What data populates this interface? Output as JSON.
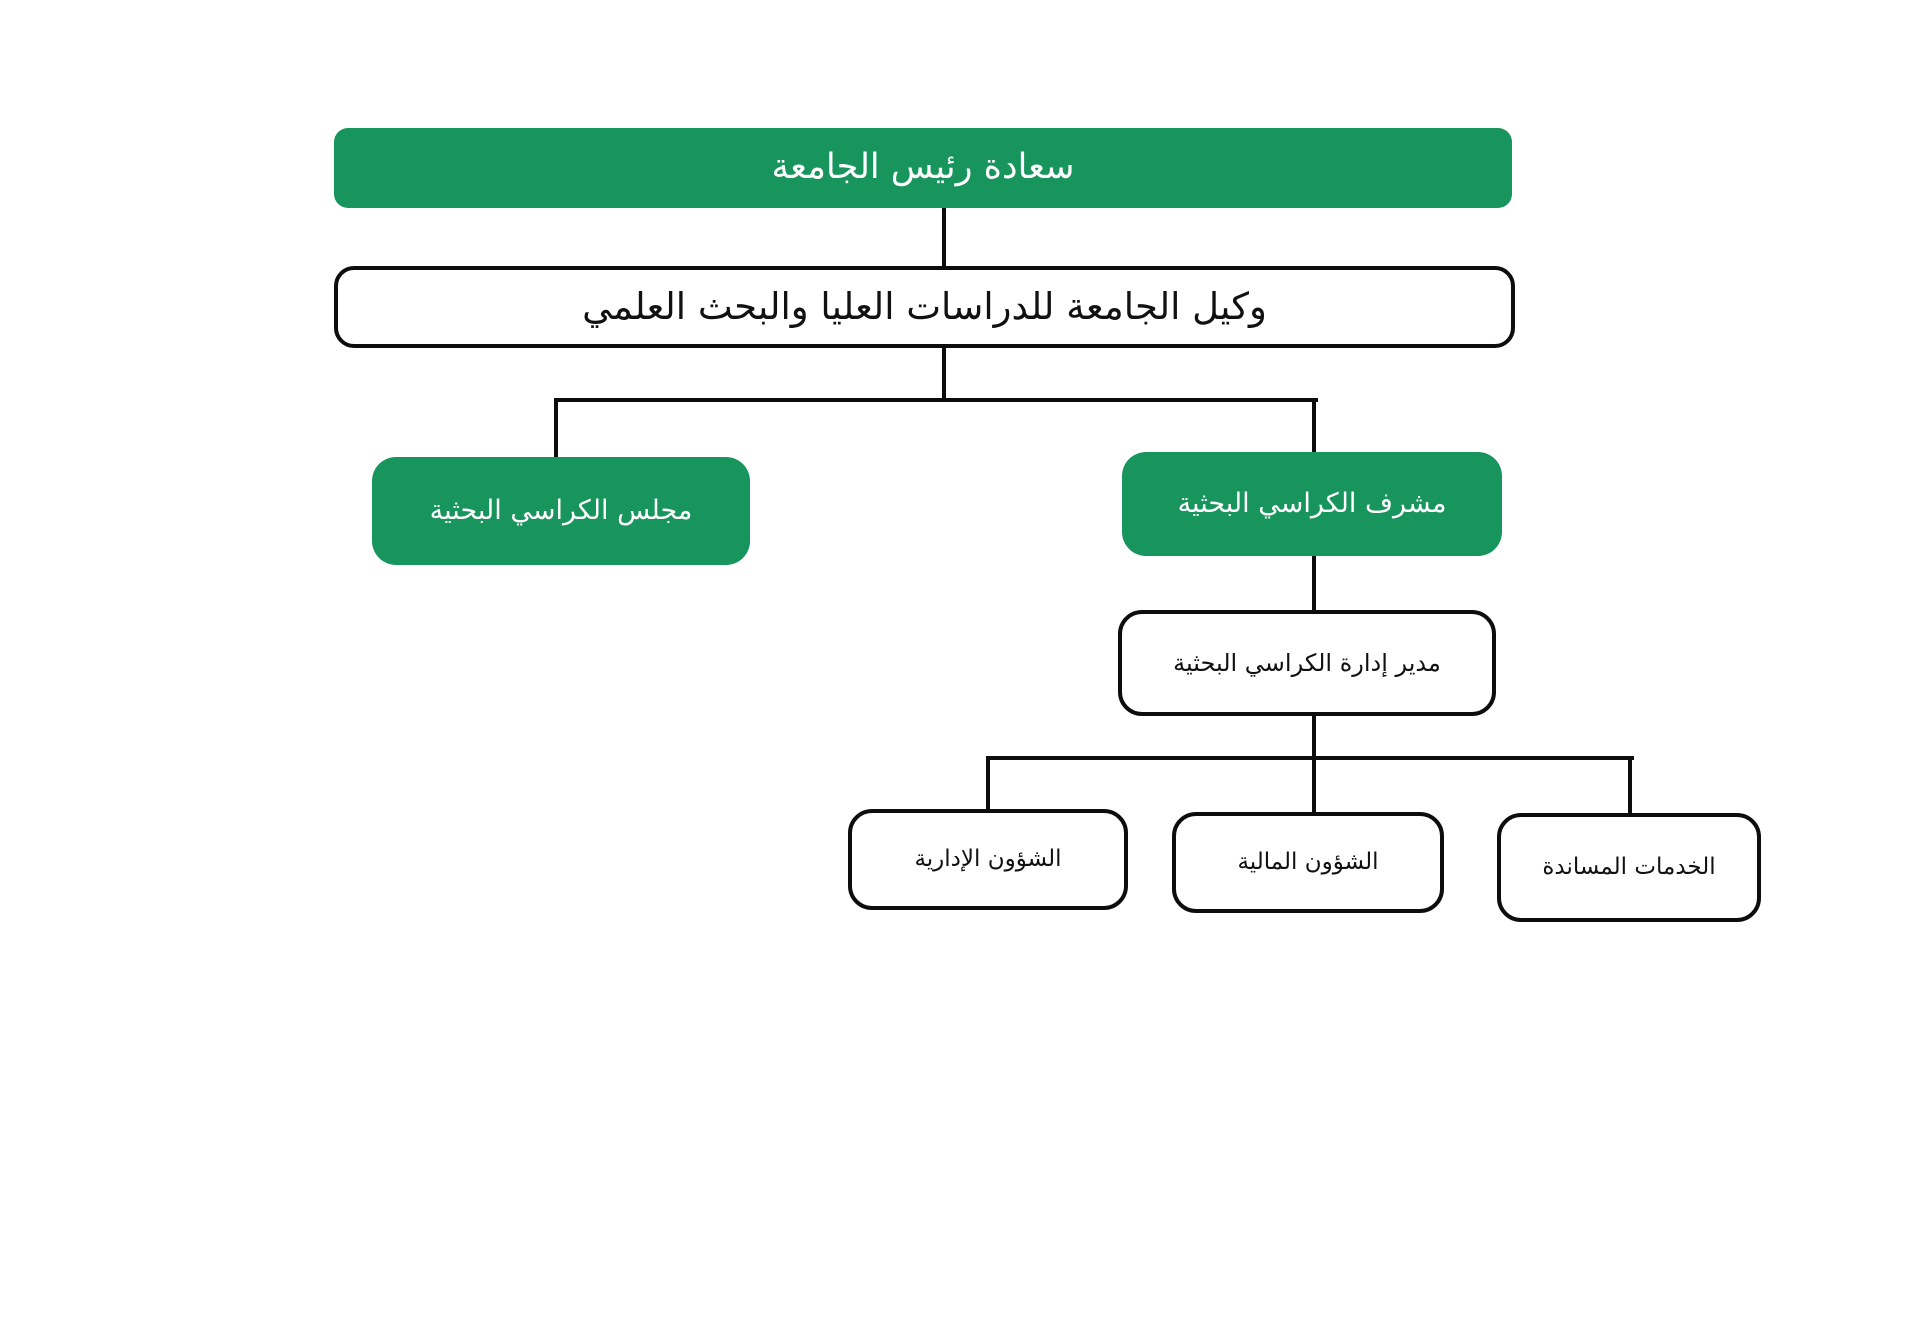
{
  "chart_type": "organizational-chart",
  "direction": "rtl",
  "language": "ar",
  "colors": {
    "green": "#17955C",
    "line": "#0d0d0d",
    "text_on_green": "#ffffff",
    "text_dark": "#111111",
    "bg": "#ffffff"
  },
  "nodes": {
    "president": {
      "label": "سعادة رئيس الجامعة",
      "style": "primary",
      "level": 1
    },
    "vice": {
      "label": "وكيل الجامعة للدراسات العليا والبحث العلمي",
      "style": "outline",
      "level": 2
    },
    "council": {
      "label": "مجلس الكراسي البحثية",
      "style": "primary",
      "level": 3
    },
    "supervisor": {
      "label": "مشرف الكراسي البحثية",
      "style": "primary",
      "level": 3
    },
    "director": {
      "label": "مدير إدارة الكراسي البحثية",
      "style": "outline",
      "level": 4
    },
    "admin": {
      "label": "الشؤون الإدارية",
      "style": "outline",
      "level": 5
    },
    "finance": {
      "label": "الشؤون المالية",
      "style": "outline",
      "level": 5
    },
    "support": {
      "label": "الخدمات المساندة",
      "style": "outline",
      "level": 5
    }
  },
  "edges": [
    {
      "from": "president",
      "to": "vice"
    },
    {
      "from": "vice",
      "to": "council"
    },
    {
      "from": "vice",
      "to": "supervisor"
    },
    {
      "from": "supervisor",
      "to": "director"
    },
    {
      "from": "director",
      "to": "admin"
    },
    {
      "from": "director",
      "to": "finance"
    },
    {
      "from": "director",
      "to": "support"
    }
  ]
}
